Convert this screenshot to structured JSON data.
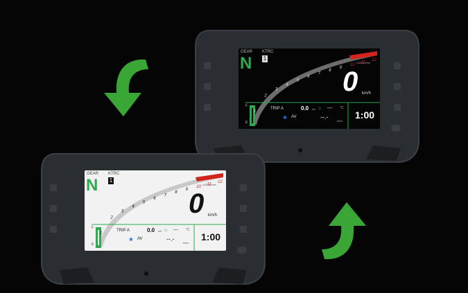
{
  "colors": {
    "background": "#050505",
    "arrow": "#3aa635",
    "housing": "#2a2d31",
    "night_screen": "#050505",
    "day_screen": "#f2f2f2",
    "gear_green": "#2fa84f",
    "redline": "#d2231d"
  },
  "arrows": [
    {
      "direction": "counter-clockwise-down",
      "icon": "curved-arrow-icon"
    },
    {
      "direction": "clockwise-up",
      "icon": "curved-arrow-icon"
    }
  ],
  "clusters": [
    {
      "mode": "night",
      "gear_label": "GEAR",
      "gear_value": "N",
      "ktrc_label": "KTRC",
      "ktrc_value": "1",
      "rpm_ticks": [
        "1",
        "2",
        "3",
        "4",
        "5",
        "6",
        "7",
        "8",
        "9",
        "10",
        "11",
        "12"
      ],
      "rpm_unit": "x1000r/min",
      "speed_value": "0",
      "speed_unit": "km/h",
      "trip_label": "TRIP A",
      "trip_value": "0.0",
      "trip_unit": "km",
      "temp_value": "---",
      "temp_unit": "°C",
      "av_label": "AV",
      "economy_value": "--.-",
      "economy_unit": "km/L",
      "clock": "1:00",
      "fuel_full": "F",
      "fuel_empty": "E"
    },
    {
      "mode": "day",
      "gear_label": "GEAR",
      "gear_value": "N",
      "ktrc_label": "KTRC",
      "ktrc_value": "1",
      "rpm_ticks": [
        "1",
        "2",
        "3",
        "4",
        "5",
        "6",
        "7",
        "8",
        "9",
        "10",
        "11",
        "12"
      ],
      "rpm_unit": "x1000r/min",
      "speed_value": "0",
      "speed_unit": "km/h",
      "trip_label": "TRIP A",
      "trip_value": "0.0",
      "trip_unit": "km",
      "temp_value": "---",
      "temp_unit": "°C",
      "av_label": "AV",
      "economy_value": "--.-",
      "economy_unit": "km/L",
      "clock": "1:00",
      "fuel_full": "F",
      "fuel_empty": "E"
    }
  ]
}
